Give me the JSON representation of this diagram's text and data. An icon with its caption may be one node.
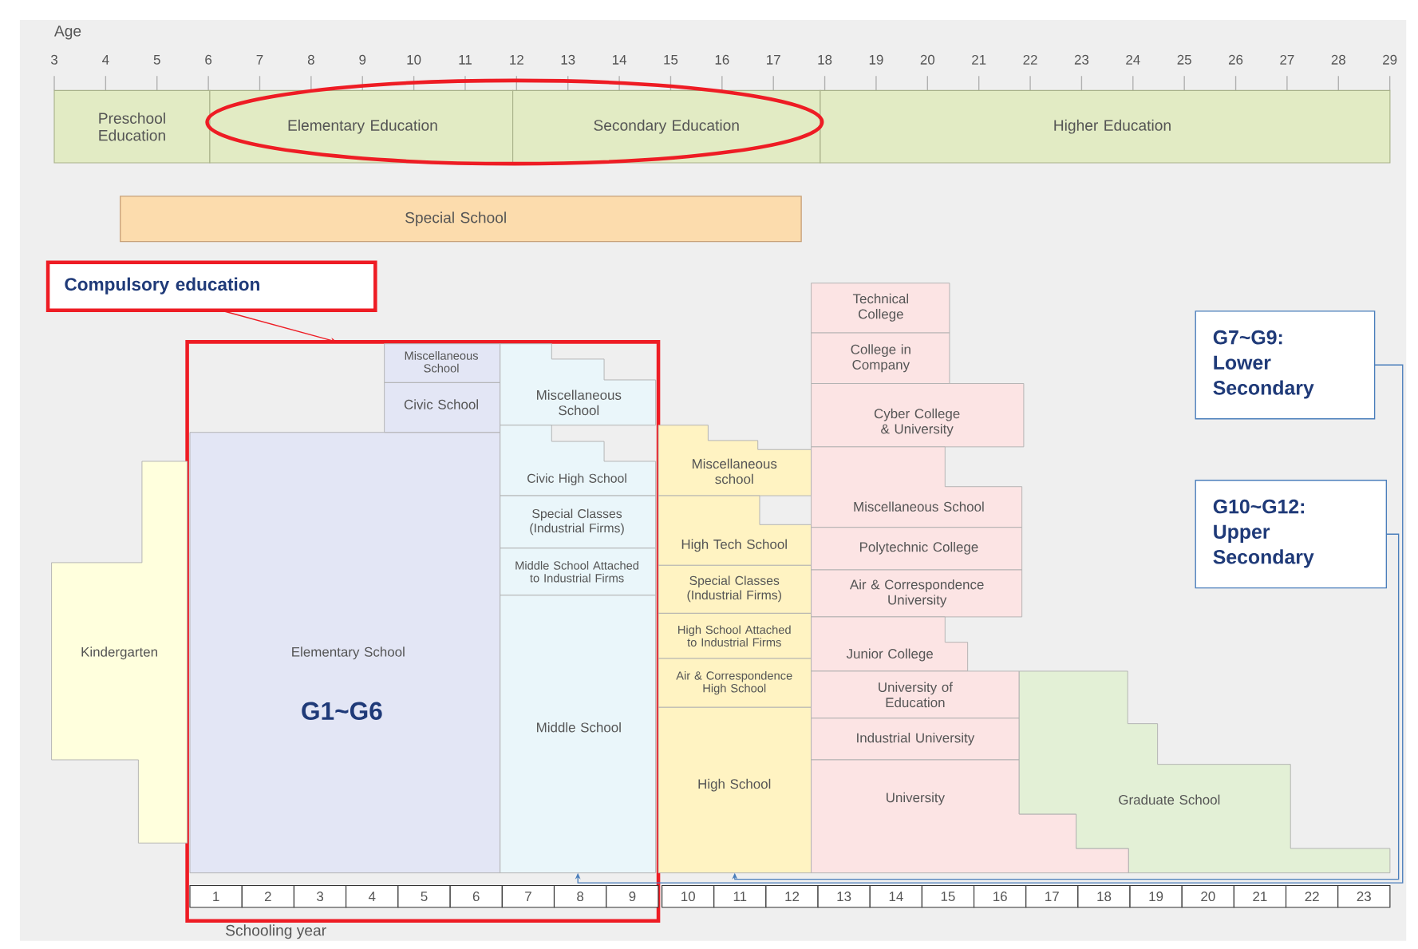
{
  "diagram": {
    "nodes": [
      {
        "text": [
          "Preschool Education"
        ]
      },
      {
        "text": [
          "Elementary Education"
        ]
      },
      {
        "text": [
          "Secondary Education"
        ]
      },
      {
        "text": [
          "Higher Education"
        ]
      },
      {
        "text": [
          "Special School"
        ]
      },
      {
        "text": [
          "Compulsory education"
        ]
      },
      {
        "text": [],
        "shape": "box"
      },
      {
        "text": [
          "Kindergarten"
        ]
      },
      {
        "text": [
          "Elementary School",
          "G1~G6"
        ],
        "in": 6
      },
      {
        "text": [
          "Miscellaneous School"
        ],
        "in": 6
      },
      {
        "text": [
          "Civic School"
        ],
        "in": 6
      },
      {
        "text": [
          "Miscellaneous School"
        ],
        "in": 6
      },
      {
        "text": [
          "Civic High School"
        ],
        "in": 6
      },
      {
        "text": [
          "Special Classes (Industrial Firms)"
        ],
        "in": 6
      },
      {
        "text": [
          "Middle School Attached to Industrial Firms"
        ],
        "in": 6
      },
      {
        "text": [
          "Middle School"
        ],
        "in": 6
      },
      {
        "text": [
          "Miscellaneous school"
        ]
      },
      {
        "text": [
          "High Tech School"
        ]
      },
      {
        "text": [
          "Special Classes (Industrial Firms)"
        ]
      },
      {
        "text": [
          "High School Attached to Industrial Firms"
        ]
      },
      {
        "text": [
          "Air & Correspondence High School"
        ]
      },
      {
        "text": [
          "High School"
        ]
      },
      {
        "text": [
          "Technical College"
        ]
      },
      {
        "text": [
          "College in Company"
        ]
      },
      {
        "text": [
          "Cyber College & University"
        ]
      },
      {
        "text": [
          "Miscellaneous School"
        ]
      },
      {
        "text": [
          "Polytechnic College"
        ]
      },
      {
        "text": [
          "Air & Correspondence University"
        ]
      },
      {
        "text": [
          "Junior College"
        ]
      },
      {
        "text": [
          "University of Education"
        ]
      },
      {
        "text": [
          "Industrial University"
        ]
      },
      {
        "text": [
          "University"
        ]
      },
      {
        "text": [
          "Graduate School"
        ]
      },
      {
        "text": [
          "G7~G9: Lower Secondary"
        ]
      },
      {
        "text": [
          "G10~G12: Upper Secondary"
        ]
      },
      {
        "text": [
          "1"
        ],
        "in": 6
      },
      {
        "text": [
          "2"
        ],
        "in": 6
      },
      {
        "text": [
          "3"
        ],
        "in": 6
      },
      {
        "text": [
          "4"
        ],
        "in": 6
      },
      {
        "text": [
          "5"
        ],
        "in": 6
      },
      {
        "text": [
          "6"
        ],
        "in": 6
      },
      {
        "text": [
          "7"
        ],
        "in": 6
      },
      {
        "text": [
          "8"
        ],
        "in": 6
      },
      {
        "text": [
          "9"
        ],
        "in": 6
      },
      {
        "text": [
          "10"
        ]
      },
      {
        "text": [
          "11"
        ]
      },
      {
        "text": [
          "12"
        ]
      },
      {
        "text": [
          "13"
        ]
      },
      {
        "text": [
          "14"
        ]
      },
      {
        "text": [
          "15"
        ]
      },
      {
        "text": [
          "16"
        ]
      },
      {
        "text": [
          "17"
        ]
      },
      {
        "text": [
          "18"
        ]
      },
      {
        "text": [
          "19"
        ]
      },
      {
        "text": [
          "20"
        ]
      },
      {
        "text": [
          "21"
        ]
      },
      {
        "text": [
          "22"
        ]
      },
      {
        "text": [
          "23"
        ]
      }
    ],
    "edges": [
      {
        "from": 5,
        "to": 6,
        "arrow": "to",
        "color": "#ee1c24"
      },
      {
        "from": 33,
        "to": 15,
        "arrow": "to",
        "color": "#4a7ebb"
      },
      {
        "from": 34,
        "to": 21,
        "arrow": "to",
        "color": "#4a7ebb"
      }
    ],
    "labels": [
      "Age",
      "3",
      "4",
      "5",
      "6",
      "7",
      "8",
      "9",
      "10",
      "11",
      "12",
      "13",
      "14",
      "15",
      "16",
      "17",
      "18",
      "19",
      "20",
      "21",
      "22",
      "23",
      "24",
      "25",
      "26",
      "27",
      "28",
      "29",
      "Schooling year"
    ]
  }
}
